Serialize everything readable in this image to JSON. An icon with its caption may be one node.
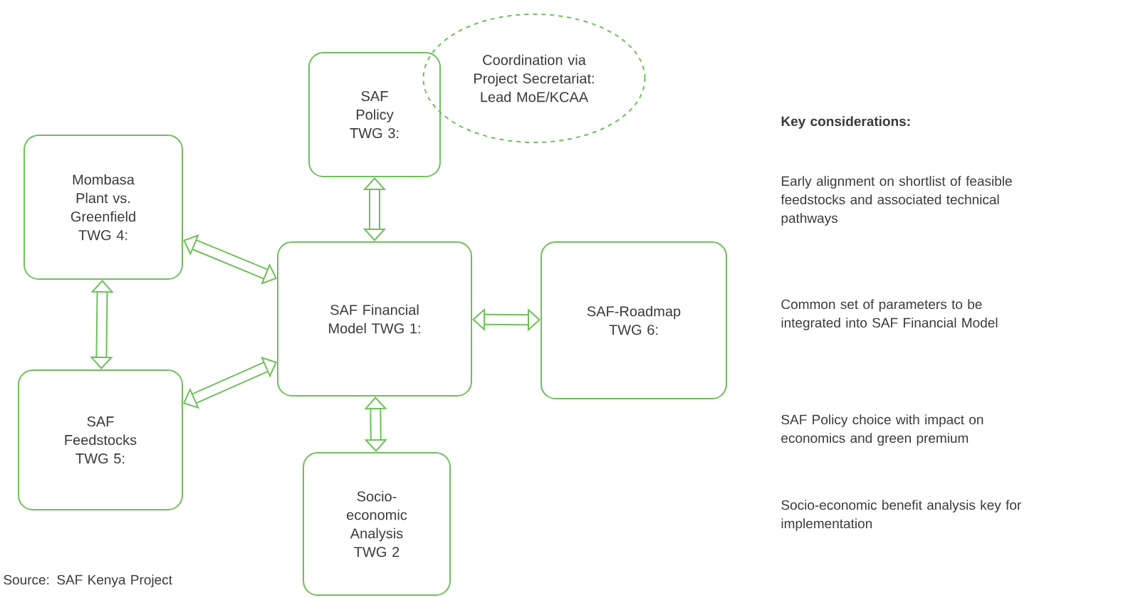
{
  "diagram": {
    "nodes": [
      {
        "text": [
          "SAF Policy TWG 3:"
        ]
      },
      {
        "text": [
          "Coordination via Project Secretariat: Lead MoE/KCAA"
        ]
      },
      {
        "text": [
          "Mombasa Plant vs. Greenfield TWG 4:"
        ]
      },
      {
        "text": [
          "SAF Financial Model TWG 1:"
        ]
      },
      {
        "text": [
          "SAF-Roadmap TWG 6:"
        ]
      },
      {
        "text": [
          "SAF Feedstocks TWG 5:"
        ]
      },
      {
        "text": [
          "Socio-economic Analysis TWG 2"
        ]
      }
    ],
    "edges": [
      {
        "from": 2,
        "to": 3,
        "arrow": "both"
      },
      {
        "from": 0,
        "to": 3,
        "arrow": "both"
      },
      {
        "from": 3,
        "to": 4,
        "arrow": "both"
      },
      {
        "from": 2,
        "to": 5,
        "arrow": "both"
      },
      {
        "from": 5,
        "to": 3,
        "arrow": "both"
      },
      {
        "from": 3,
        "to": 6,
        "arrow": "both"
      }
    ],
    "labels": [
      "Key considerations:",
      "Early alignment on shortlist of feasible feedstocks and associated technical pathways",
      "Common set of parameters to be integrated into SAF Financial Model",
      "SAF Policy choice with impact on economics and green premium",
      "Socio-economic benefit analysis key for implementation",
      "Source: SAF Kenya Project"
    ]
  }
}
